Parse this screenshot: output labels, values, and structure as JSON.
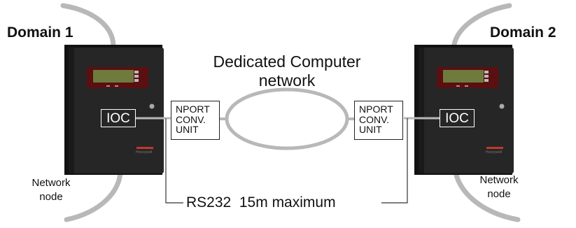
{
  "domains": [
    {
      "label": "Domain 1",
      "node_label_line1": "Network",
      "node_label_line2": "node"
    },
    {
      "label": "Domain 2",
      "node_label_line1": "Network",
      "node_label_line2": "node"
    }
  ],
  "panel": {
    "ioc_label": "IOC",
    "brand": "Honeywell"
  },
  "network": {
    "line1": "Dedicated Computer",
    "line2": "network"
  },
  "nport": {
    "line1": "NPORT",
    "line2": "CONV.",
    "line3": "UNIT"
  },
  "link": {
    "label": "RS232  15m maximum"
  },
  "colors": {
    "cable": "#b8b8b8",
    "panel": "#262626",
    "panel_edge": "#111111",
    "display_frame": "#5a0f10",
    "display_screen": "#6e7b3d",
    "line": "#333333"
  }
}
